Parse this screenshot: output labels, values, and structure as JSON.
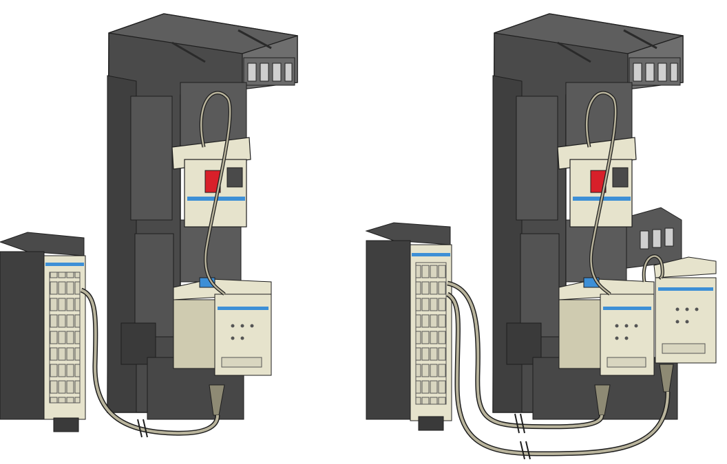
{
  "figure": {
    "assemblies": [
      {
        "id": "left",
        "motor_starter_count": 1,
        "cable_count": 1
      },
      {
        "id": "right",
        "motor_starter_count": 2,
        "cable_count": 2
      }
    ],
    "colors": {
      "housing_dark": "#4a4a4a",
      "housing_mid": "#5e5e5e",
      "housing_light": "#6e6e6e",
      "module_beige": "#e6e3cc",
      "module_beige_shade": "#cfcbb0",
      "accent_blue": "#3d8fd6",
      "breaker_red": "#d8202a",
      "cable": "#b9b49c",
      "outline": "#1e1e1e"
    }
  }
}
